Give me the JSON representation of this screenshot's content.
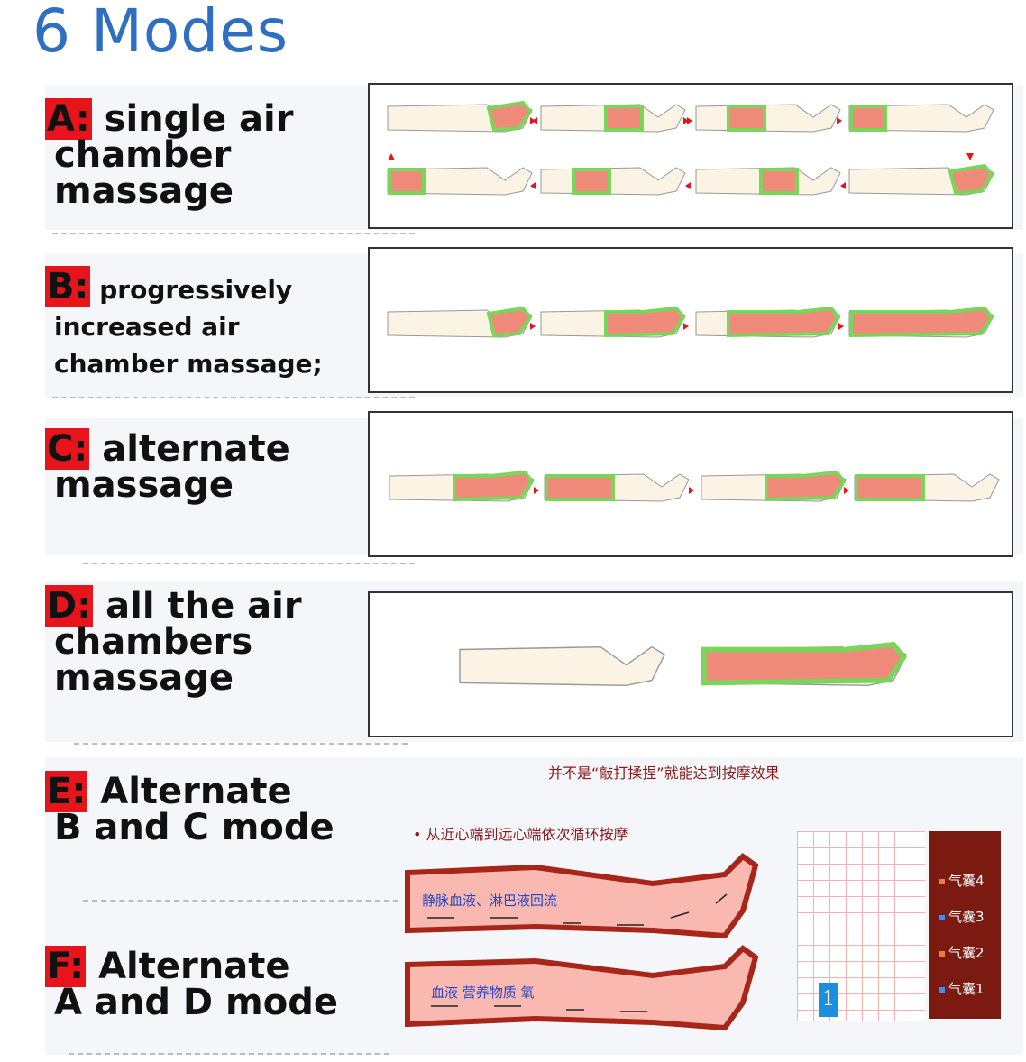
{
  "title": "6 Modes",
  "modes": [
    {
      "badge": "A:",
      "lines": [
        "single air",
        "chamber",
        "massage"
      ]
    },
    {
      "badge": "B:",
      "lines": [
        "progressively",
        "increased air",
        "chamber massage;"
      ]
    },
    {
      "badge": "C:",
      "lines": [
        "alternate",
        "massage"
      ]
    },
    {
      "badge": "D:",
      "lines": [
        "all the air",
        "chambers",
        "massage"
      ]
    },
    {
      "badge": "E:",
      "lines": [
        "Alternate",
        "B and C mode"
      ]
    },
    {
      "badge": "F:",
      "lines": [
        "Alternate",
        "A and D mode"
      ]
    }
  ],
  "diagram": {
    "heading": "并不是“敲打揉捏”就能达到按摩效果",
    "bullet": "从近心端到远心端依次循环按摩",
    "leg_top_label": "静脉血液、淋巴液回流",
    "leg_bottom_label": "血液 营养物质 氧",
    "legend": [
      {
        "label": "气囊4",
        "color": "#f07a3a"
      },
      {
        "label": "气囊3",
        "color": "#3a8ef0"
      },
      {
        "label": "气囊2",
        "color": "#f07a3a"
      },
      {
        "label": "气囊1",
        "color": "#3a8ef0"
      }
    ],
    "marker": "1"
  },
  "colors": {
    "accent": "#2f6fc1",
    "badge": "#e8141b",
    "cuff": "#7ad65a",
    "pressure": "#f08a7a"
  }
}
